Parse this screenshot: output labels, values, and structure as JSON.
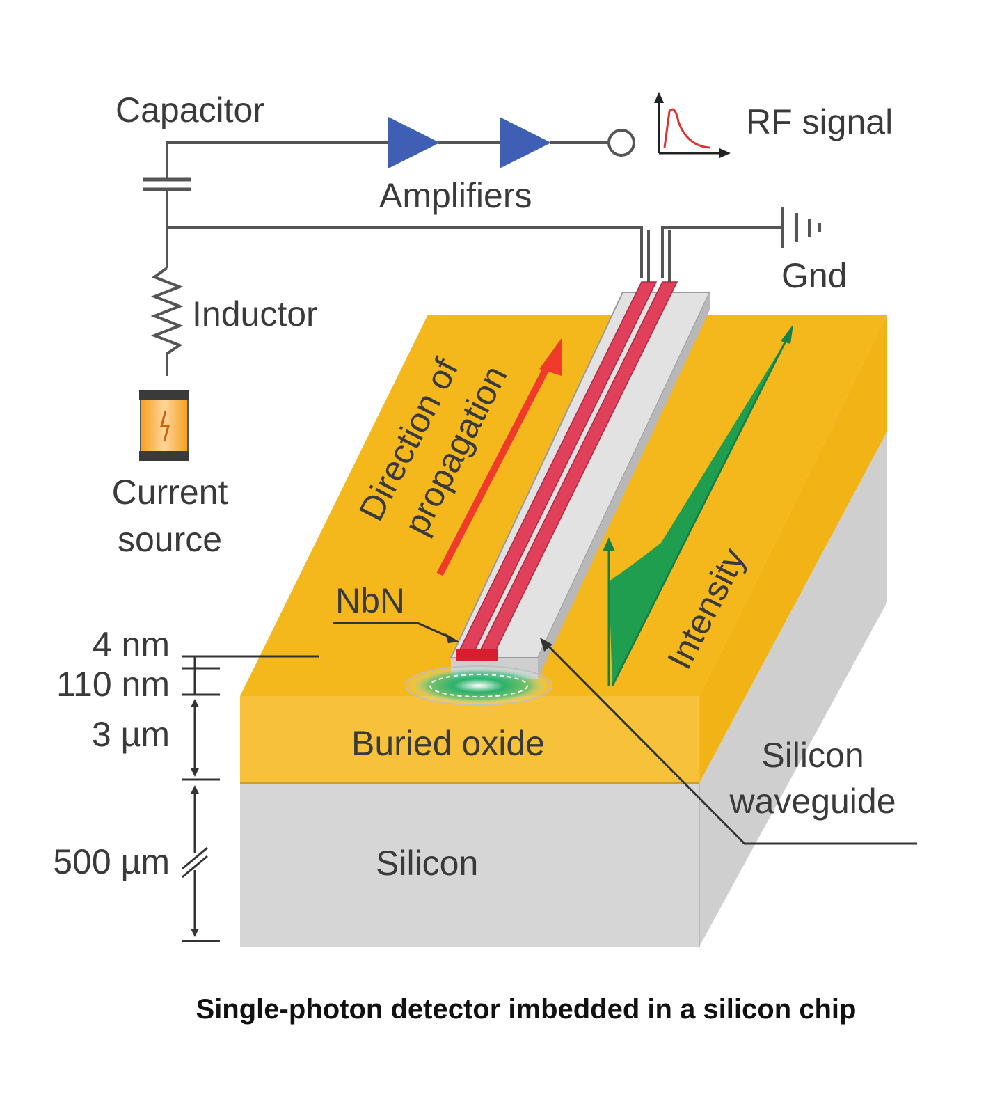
{
  "labels": {
    "capacitor": "Capacitor",
    "amplifiers": "Amplifiers",
    "rf_signal": "RF signal",
    "gnd": "Gnd",
    "inductor": "Inductor",
    "current_source_line1": "Current",
    "current_source_line2": "source",
    "direction_line1": "Direction of",
    "direction_line2": "propagation",
    "intensity": "Intensity",
    "nbn": "NbN",
    "buried_oxide": "Buried oxide",
    "silicon": "Silicon",
    "silicon_waveguide_line1": "Silicon",
    "silicon_waveguide_line2": "waveguide"
  },
  "dimensions": {
    "d1": "4 nm",
    "d2": "110 nm",
    "d3": "3 µm",
    "d4": "500 µm"
  },
  "caption": "Single-photon detector imbedded in a silicon chip",
  "colors": {
    "oxide": "#f5b81c",
    "silicon": "#d3d3d3",
    "nbn": "#e0405a",
    "amplifier": "#3f5fb5",
    "intensity": "#1e9e4e",
    "propagation_arrow": "#f03a2a"
  }
}
